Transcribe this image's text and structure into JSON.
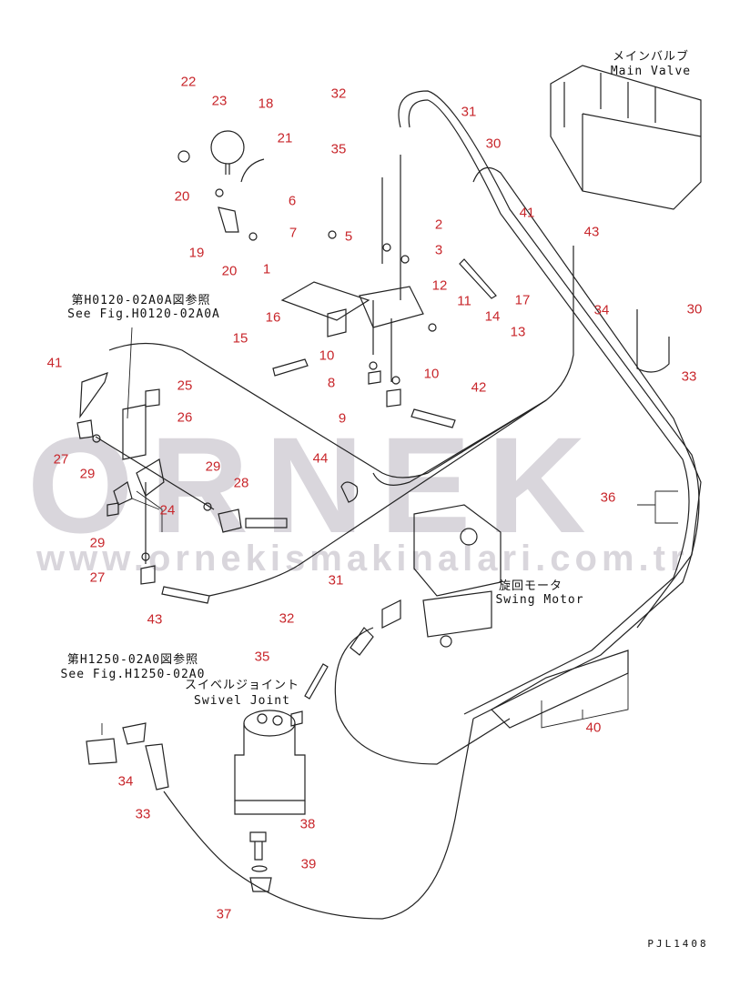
{
  "watermark": {
    "logo": "ORNEK",
    "url": "www.ornekismakinalari.com.tr"
  },
  "labels": {
    "main_valve_jp": "メインバルブ",
    "main_valve_en": "Main Valve",
    "ref1_jp": "第H0120-02A0A図参照",
    "ref1_en": "See Fig.H0120-02A0A",
    "swing_motor_jp": "旋回モータ",
    "swing_motor_en": "Swing Motor",
    "ref2_jp": "第H1250-02A0図参照",
    "ref2_en": "See Fig.H1250-02A0",
    "swivel_jp": "スイベルジョイント",
    "swivel_en": "Swivel Joint",
    "drawing_id": "PJL1408"
  },
  "callouts": [
    "22",
    "23",
    "18",
    "21",
    "20",
    "19",
    "20",
    "1",
    "32",
    "35",
    "31",
    "30",
    "6",
    "7",
    "5",
    "2",
    "3",
    "12",
    "17",
    "11",
    "14",
    "13",
    "16",
    "15",
    "10",
    "8",
    "10",
    "9",
    "42",
    "41",
    "43",
    "34",
    "30",
    "33",
    "41",
    "25",
    "26",
    "27",
    "29",
    "29",
    "44",
    "28",
    "24",
    "36",
    "29",
    "27",
    "43",
    "31",
    "32",
    "35",
    "40",
    "34",
    "33",
    "38",
    "39",
    "37"
  ],
  "colors": {
    "callout": "#c8262b",
    "line": "#222222",
    "watermark": "#d9d6dc"
  }
}
